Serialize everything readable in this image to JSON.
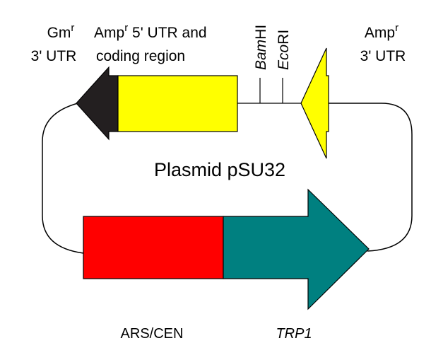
{
  "title": "Plasmid pSU32",
  "features": {
    "gm_terminator": {
      "label_main": "Gm",
      "label_sup": "r",
      "label_line2": "3' UTR",
      "color": "#231f20"
    },
    "amp_coding": {
      "label_main": "Amp",
      "label_sup": "r",
      "label_rest": " 5' UTR and",
      "label_line2": "coding region",
      "color": "#ffff00"
    },
    "amp_3utr": {
      "label_main": "Amp",
      "label_sup": "r",
      "label_line2": "3' UTR",
      "color": "#ffff00"
    },
    "ars_cen": {
      "label": "ARS/CEN",
      "color": "#ff0000"
    },
    "trp1": {
      "label": "TRP1",
      "color": "#008080"
    }
  },
  "sites": {
    "bamhi": "BamHI",
    "ecori": "EcoRI"
  }
}
